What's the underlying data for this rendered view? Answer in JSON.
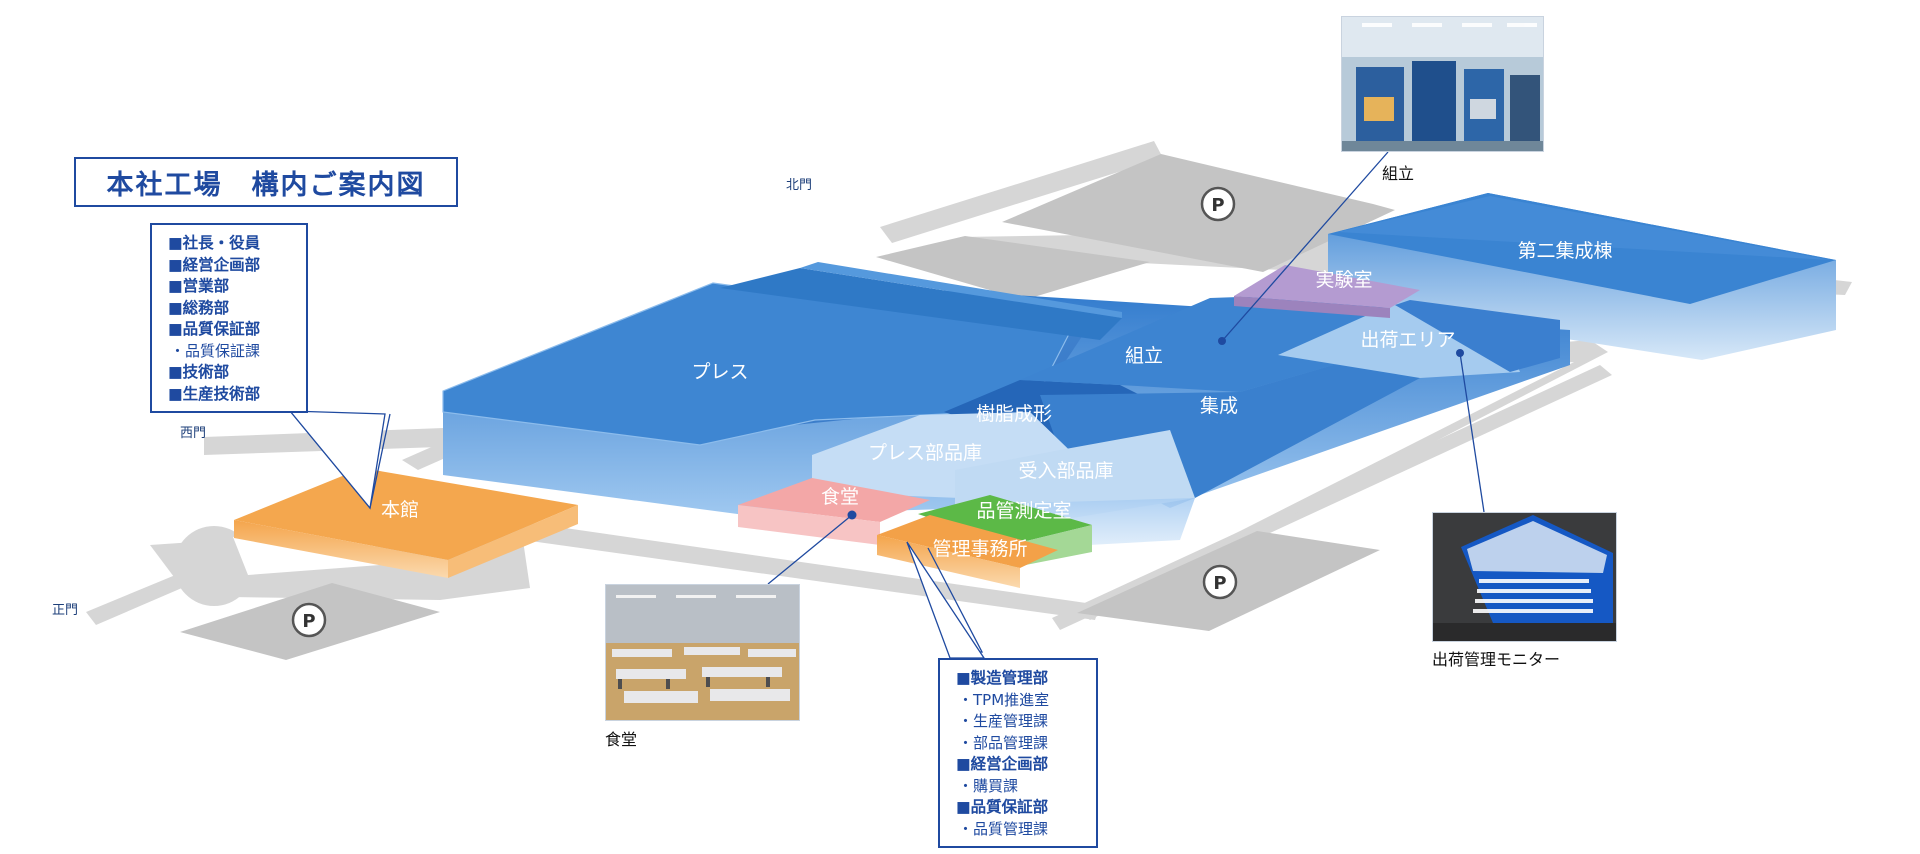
{
  "title": "本社工場　構内ご案内図",
  "gates": {
    "north": "北門",
    "west": "西門",
    "main": "正門"
  },
  "parking": "P",
  "buildings": {
    "press": "プレス",
    "assembly": "組立",
    "molding": "樹脂成形",
    "integration": "集成",
    "second_integration": "第二集成棟",
    "lab": "実験室",
    "shipping_area": "出荷エリア",
    "press_parts": "プレス部品庫",
    "receiving_parts": "受入部品庫",
    "cafeteria": "食堂",
    "qc_lab": "品管測定室",
    "admin_office": "管理事務所",
    "main_building": "本館"
  },
  "dept_main": [
    {
      "text": "■社長・役員",
      "sub": false
    },
    {
      "text": "■経営企画部",
      "sub": false
    },
    {
      "text": "■営業部",
      "sub": false
    },
    {
      "text": "■総務部",
      "sub": false
    },
    {
      "text": "■品質保証部",
      "sub": false
    },
    {
      "text": "・品質保証課",
      "sub": true
    },
    {
      "text": "■技術部",
      "sub": false
    },
    {
      "text": "■生産技術部",
      "sub": false
    }
  ],
  "dept_admin": [
    {
      "text": "■製造管理部",
      "sub": false
    },
    {
      "text": "・TPM推進室",
      "sub": true
    },
    {
      "text": "・生産管理課",
      "sub": true
    },
    {
      "text": "・部品管理課",
      "sub": true
    },
    {
      "text": "■経営企画部",
      "sub": false
    },
    {
      "text": "・購買課",
      "sub": true
    },
    {
      "text": "■品質保証部",
      "sub": false
    },
    {
      "text": "・品質管理課",
      "sub": true
    }
  ],
  "photos": {
    "assembly": "組立",
    "cafeteria": "食堂",
    "monitor": "出荷管理モニター"
  },
  "colors": {
    "brand_blue": "#1f4aa0",
    "building_blue": "#3c83cf",
    "road": "#d6d6d6",
    "parking_lot": "#c4c4c4",
    "orange": "#f4a74e",
    "pink": "#f3a7a7",
    "green": "#5cb947",
    "purple": "#b49bd1"
  }
}
